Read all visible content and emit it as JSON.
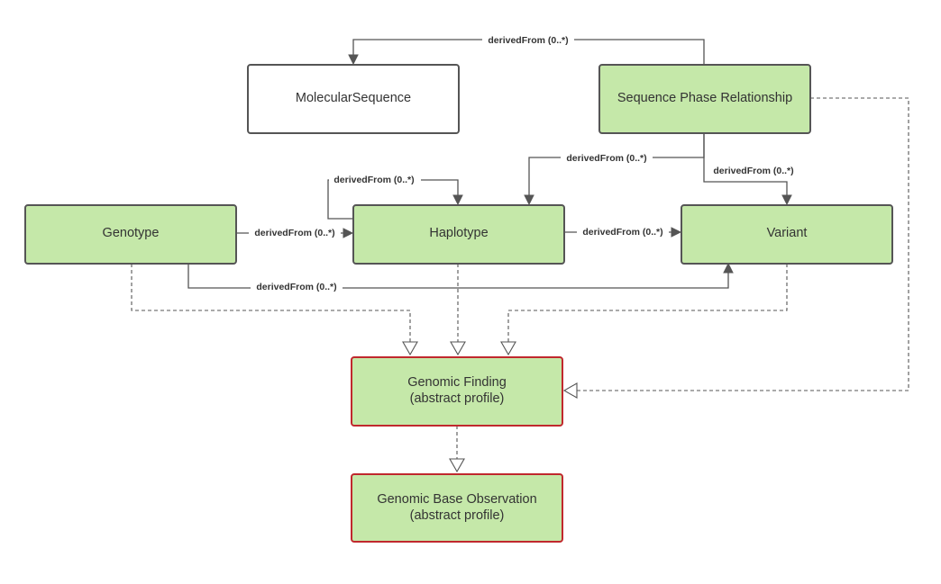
{
  "nodes": {
    "molecular_sequence": {
      "label": "MolecularSequence",
      "fill": "#ffffff",
      "border": "#555555"
    },
    "sequence_phase_relationship": {
      "label": "Sequence Phase Relationship",
      "fill": "#c5e8a9",
      "border": "#555555"
    },
    "genotype": {
      "label": "Genotype",
      "fill": "#c5e8a9",
      "border": "#555555"
    },
    "haplotype": {
      "label": "Haplotype",
      "fill": "#c5e8a9",
      "border": "#555555"
    },
    "variant": {
      "label": "Variant",
      "fill": "#c5e8a9",
      "border": "#555555"
    },
    "genomic_finding": {
      "label_line1": "Genomic Finding",
      "label_line2": "(abstract profile)",
      "fill": "#c5e8a9",
      "border": "#c0282d"
    },
    "genomic_base_observation": {
      "label_line1": "Genomic Base Observation",
      "label_line2": "(abstract profile)",
      "fill": "#c5e8a9",
      "border": "#c0282d"
    }
  },
  "edges": {
    "spr_to_molecular_sequence": "derivedFrom (0..*)",
    "spr_to_haplotype": "derivedFrom (0..*)",
    "spr_to_variant": "derivedFrom (0..*)",
    "haplotype_self": "derivedFrom (0..*)",
    "genotype_to_haplotype": "derivedFrom (0..*)",
    "haplotype_to_variant": "derivedFrom (0..*)",
    "genotype_to_variant": "derivedFrom (0..*)"
  }
}
